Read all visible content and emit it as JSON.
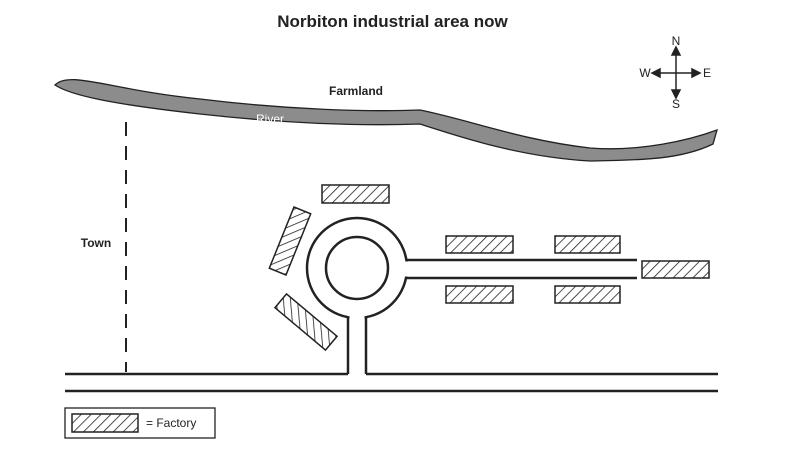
{
  "title": "Norbiton industrial area now",
  "compass": {
    "north": "N",
    "south": "S",
    "east": "E",
    "west": "W"
  },
  "labels": {
    "farmland": "Farmland",
    "river": "River",
    "town": "Town"
  },
  "legend": {
    "label": "= Factory"
  },
  "colors": {
    "river": "#8c8c8c",
    "ink": "#222222"
  }
}
